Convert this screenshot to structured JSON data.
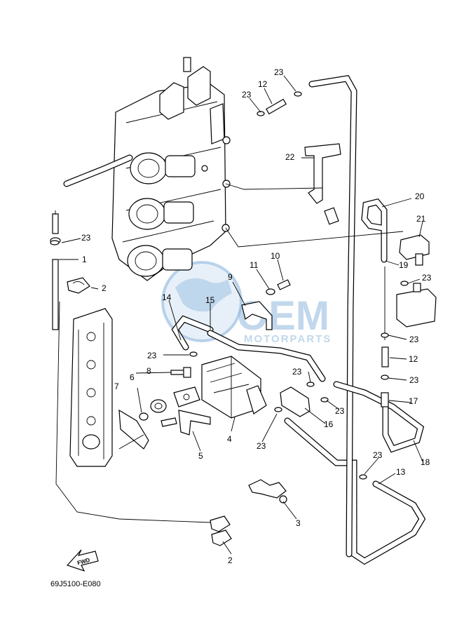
{
  "diagram": {
    "part_code": "69J5100-E080",
    "fwd_label": "FWD",
    "watermark": {
      "main": "OEM",
      "sub": "MOTORPARTS"
    },
    "callouts": [
      {
        "id": "c1",
        "text": "1"
      },
      {
        "id": "c2a",
        "text": "2"
      },
      {
        "id": "c2b",
        "text": "2"
      },
      {
        "id": "c3",
        "text": "3"
      },
      {
        "id": "c4",
        "text": "4"
      },
      {
        "id": "c5",
        "text": "5"
      },
      {
        "id": "c6",
        "text": "6"
      },
      {
        "id": "c7",
        "text": "7"
      },
      {
        "id": "c8",
        "text": "8"
      },
      {
        "id": "c9",
        "text": "9"
      },
      {
        "id": "c10",
        "text": "10"
      },
      {
        "id": "c11",
        "text": "11"
      },
      {
        "id": "c12a",
        "text": "12"
      },
      {
        "id": "c12b",
        "text": "12"
      },
      {
        "id": "c13",
        "text": "13"
      },
      {
        "id": "c14",
        "text": "14"
      },
      {
        "id": "c15",
        "text": "15"
      },
      {
        "id": "c16",
        "text": "16"
      },
      {
        "id": "c17",
        "text": "17"
      },
      {
        "id": "c18",
        "text": "18"
      },
      {
        "id": "c19",
        "text": "19"
      },
      {
        "id": "c20",
        "text": "20"
      },
      {
        "id": "c21",
        "text": "21"
      },
      {
        "id": "c22",
        "text": "22"
      },
      {
        "id": "c23a",
        "text": "23"
      },
      {
        "id": "c23b",
        "text": "23"
      },
      {
        "id": "c23c",
        "text": "23"
      },
      {
        "id": "c23d",
        "text": "23"
      },
      {
        "id": "c23e",
        "text": "23"
      },
      {
        "id": "c23f",
        "text": "23"
      },
      {
        "id": "c23g",
        "text": "23"
      },
      {
        "id": "c23h",
        "text": "23"
      },
      {
        "id": "c23i",
        "text": "23"
      },
      {
        "id": "c23j",
        "text": "23"
      },
      {
        "id": "c23k",
        "text": "23"
      }
    ]
  }
}
